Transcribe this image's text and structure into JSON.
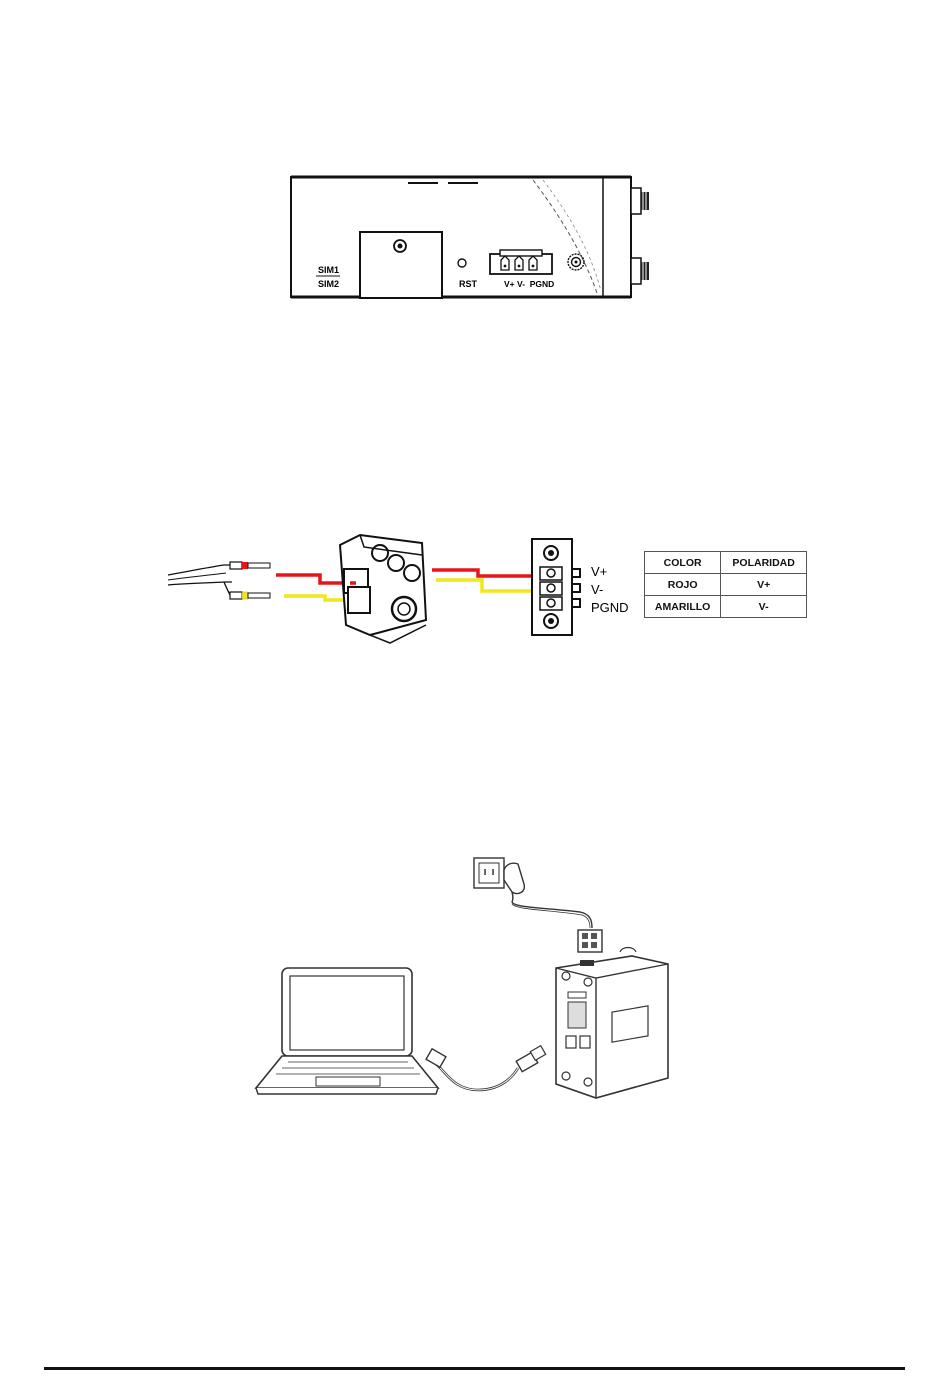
{
  "device_side_view": {
    "sim_top_label": "SIM1",
    "sim_bottom_label": "SIM2",
    "reset_label": "RST",
    "power_label": "V+ V-  PGND"
  },
  "wiring": {
    "pin_labels": [
      "V+",
      "V-",
      "PGND"
    ],
    "wire_colors": {
      "red": "#e8141c",
      "yellow": "#f2e71c"
    },
    "table": {
      "headers": [
        "COLOR",
        "POLARIDAD"
      ],
      "rows": [
        {
          "color": "ROJO",
          "polarity": "V+"
        },
        {
          "color": "AMARILLO",
          "polarity": "V-"
        }
      ]
    }
  },
  "connection_scene": {
    "items": [
      "power-outlet-icon",
      "power-adapter-icon",
      "terminal-block-icon",
      "router-icon",
      "ethernet-cable-icon",
      "laptop-icon"
    ]
  }
}
